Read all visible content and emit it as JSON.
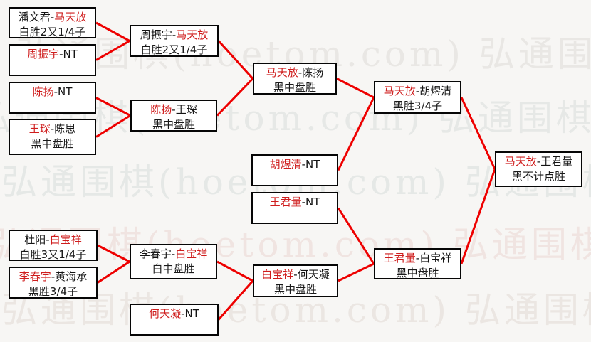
{
  "diagram_title": "go-tournament-single-elimination-bracket",
  "watermark": {
    "text": "弘通围棋(hoetom.com)"
  },
  "colors": {
    "line_red": "#ee0000",
    "winner_red": "#cf1d1d",
    "box_border": "#060606",
    "box_bg": "#ffffff",
    "background": "#f7f6f4"
  },
  "matches": [
    {
      "id": "m1",
      "p1": "潘文君",
      "p2": "马天放",
      "winner": "p2",
      "result": "白胜2又1/4子",
      "next": "q1"
    },
    {
      "id": "m2",
      "p1": "周振宇",
      "p2": "NT",
      "winner": "p1",
      "result": "",
      "next": "q1"
    },
    {
      "id": "m3",
      "p1": "陈扬",
      "p2": "NT",
      "winner": "p1",
      "result": "",
      "next": "q2"
    },
    {
      "id": "m4",
      "p1": "王琛",
      "p2": "陈思",
      "winner": "p1",
      "result": "黑中盘胜",
      "next": "q2"
    },
    {
      "id": "m5",
      "p1": "杜阳",
      "p2": "白宝祥",
      "winner": "p2",
      "result": "白胜3又1/4子",
      "next": "q3"
    },
    {
      "id": "m6",
      "p1": "李春宇",
      "p2": "黄海承",
      "winner": "p1",
      "result": "黑胜3/4子",
      "next": "q3"
    },
    {
      "id": "q1",
      "p1": "周振宇",
      "p2": "马天放",
      "winner": "p2",
      "result": "白胜2又1/4子",
      "next": "s1"
    },
    {
      "id": "q2",
      "p1": "陈扬",
      "p2": "王琛",
      "winner": "p1",
      "result": "黑中盘胜",
      "next": "s1"
    },
    {
      "id": "q3",
      "p1": "李春宇",
      "p2": "白宝祥",
      "winner": "p2",
      "result": "白中盘胜",
      "next": "s2"
    },
    {
      "id": "q4",
      "p1": "何天凝",
      "p2": "NT",
      "winner": "p1",
      "result": "",
      "next": "s2"
    },
    {
      "id": "s1",
      "p1": "马天放",
      "p2": "陈扬",
      "winner": "p1",
      "result": "黑中盘胜",
      "next": "f1"
    },
    {
      "id": "e1",
      "p1": "胡煜清",
      "p2": "NT",
      "winner": "p1",
      "result": "",
      "next": "f1"
    },
    {
      "id": "e2",
      "p1": "王君量",
      "p2": "NT",
      "winner": "p1",
      "result": "",
      "next": "f2"
    },
    {
      "id": "s2",
      "p1": "白宝祥",
      "p2": "何天凝",
      "winner": "p1",
      "result": "黑中盘胜",
      "next": "f2"
    },
    {
      "id": "f1",
      "p1": "马天放",
      "p2": "胡煜清",
      "winner": "p1",
      "result": "黑胜3/4子",
      "next": "final"
    },
    {
      "id": "f2",
      "p1": "王君量",
      "p2": "白宝祥",
      "winner": "p1",
      "result": "黑中盘胜",
      "next": "final"
    },
    {
      "id": "final",
      "p1": "马天放",
      "p2": "王君量",
      "winner": "p1",
      "result": "黑不计点胜",
      "next": null
    }
  ]
}
